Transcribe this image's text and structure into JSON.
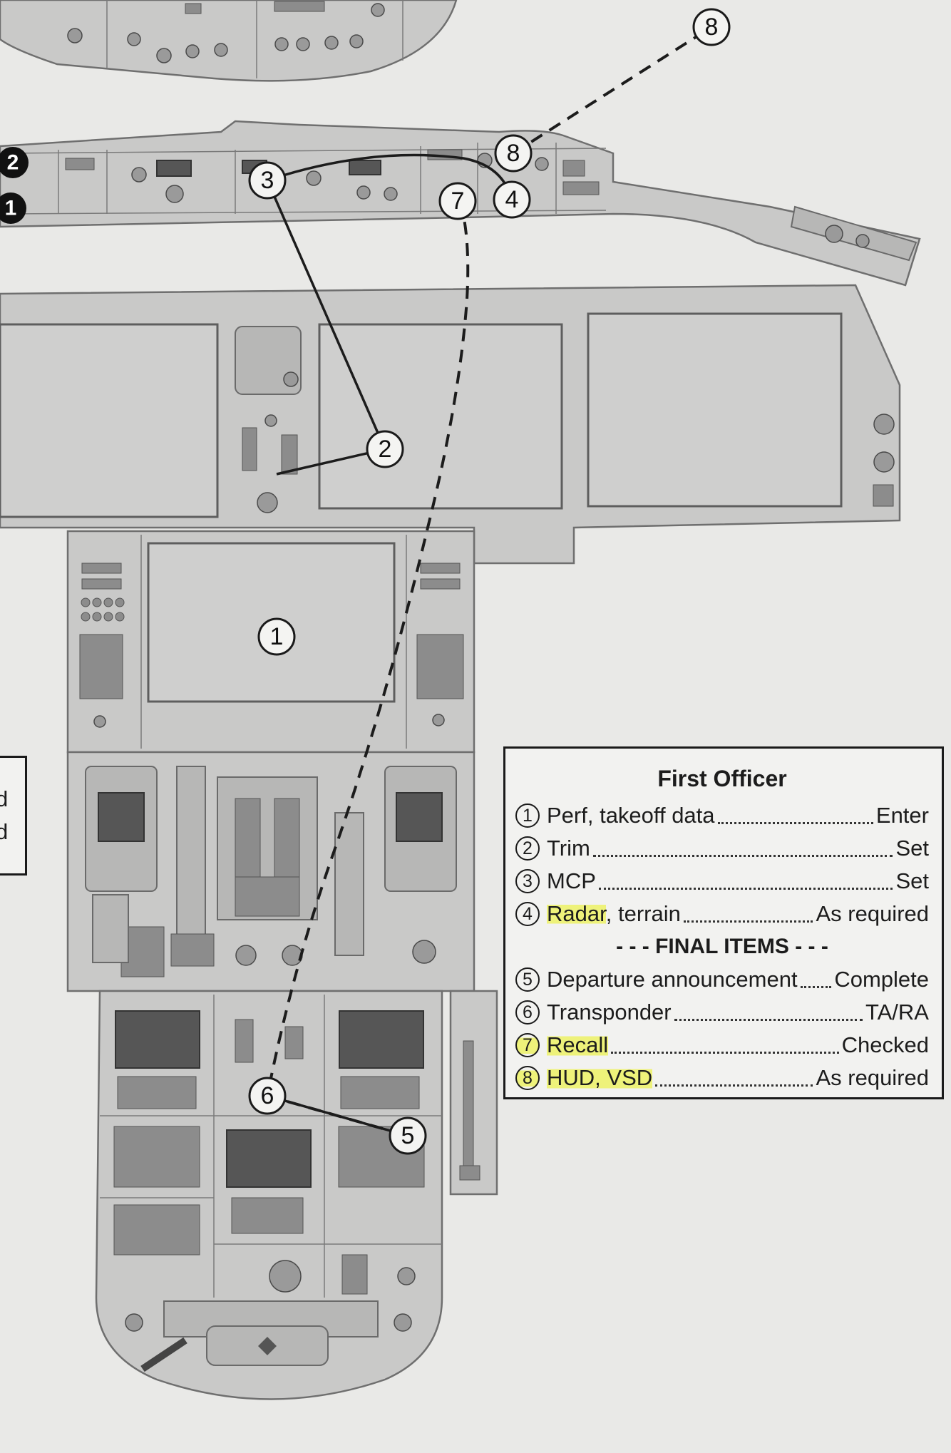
{
  "checklist": {
    "title": "First Officer",
    "items": [
      {
        "num": "1",
        "item": "Perf, takeoff data",
        "value": "Enter",
        "highlight": false
      },
      {
        "num": "2",
        "item": "Trim",
        "value": "Set",
        "highlight": false
      },
      {
        "num": "3",
        "item": "MCP",
        "value": "Set",
        "highlight": false
      },
      {
        "num": "4",
        "item": "Radar",
        "item_rest": ", terrain",
        "value": "As required",
        "highlight": true
      }
    ],
    "section_label": "- - - FINAL ITEMS - - -",
    "final_items": [
      {
        "num": "5",
        "item": "Departure announcement",
        "value": "Complete",
        "highlight": false
      },
      {
        "num": "6",
        "item": "Transponder",
        "value": "TA/RA",
        "highlight": false
      },
      {
        "num": "7",
        "item": "Recall",
        "value": "Checked",
        "highlight": true
      },
      {
        "num": "8",
        "item": "HUD, VSD",
        "value": "As required",
        "highlight": true
      }
    ]
  },
  "flow_markers": [
    "1",
    "2",
    "3",
    "4",
    "5",
    "6",
    "7",
    "8",
    "8"
  ],
  "captain_markers": [
    "2",
    "1"
  ],
  "left_box_fragments": [
    "d",
    "d"
  ],
  "colors": {
    "highlight": "#eef27a",
    "panel": "#c9c9c8",
    "line": "#1c1c1c"
  }
}
